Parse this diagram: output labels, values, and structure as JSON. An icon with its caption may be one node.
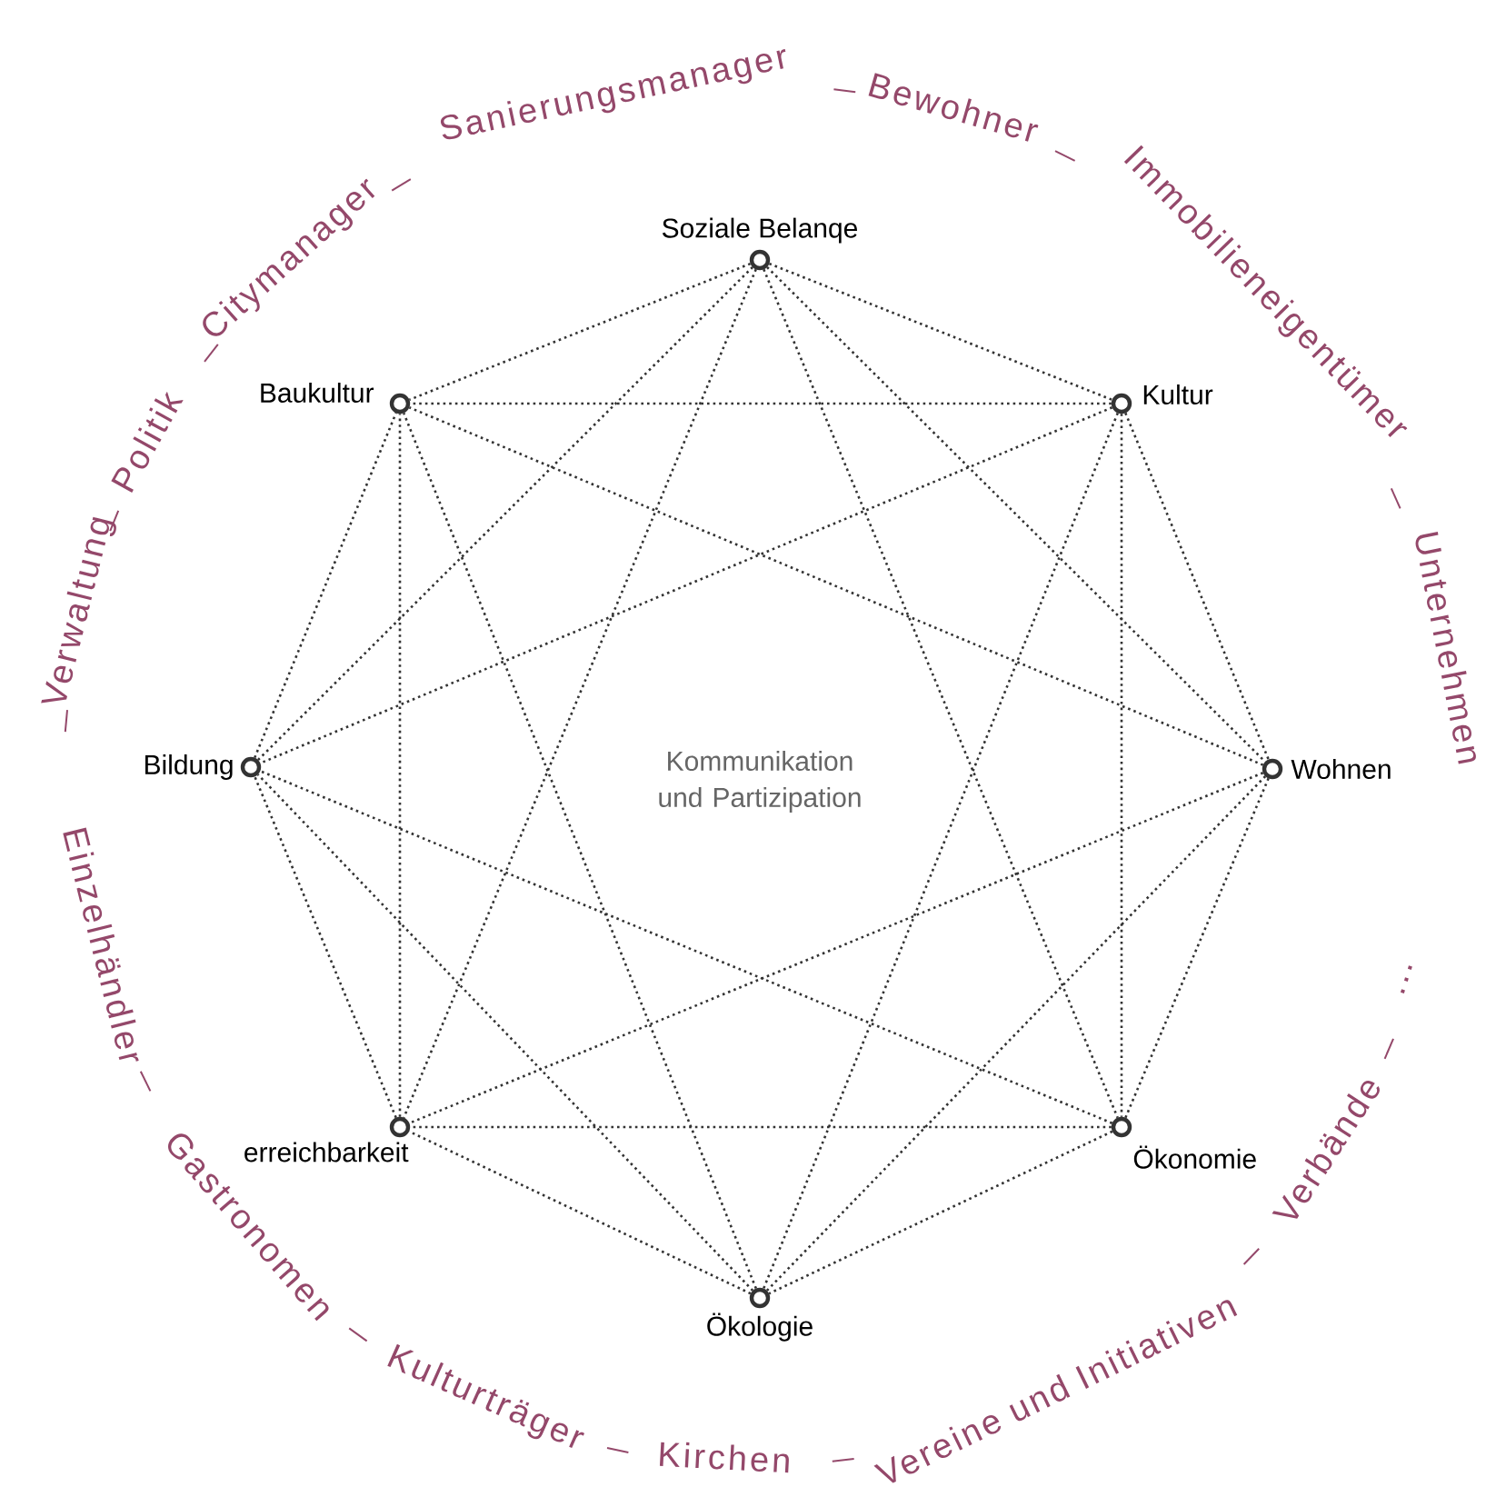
{
  "diagram": {
    "nodes": [
      {
        "text": [
          "Soziale Belanqe"
        ]
      },
      {
        "text": [
          "Kultur"
        ]
      },
      {
        "text": [
          "Wohnen"
        ]
      },
      {
        "text": [
          "Ökonomie"
        ]
      },
      {
        "text": [
          "Ökologie"
        ]
      },
      {
        "text": [
          "erreichbarkeit"
        ]
      },
      {
        "text": [
          "Bildung"
        ]
      },
      {
        "text": [
          "Baukultur"
        ]
      }
    ],
    "edges": [
      {
        "from": 0,
        "to": 1,
        "arrow": "none"
      },
      {
        "from": 0,
        "to": 2,
        "arrow": "none"
      },
      {
        "from": 0,
        "to": 3,
        "arrow": "none"
      },
      {
        "from": 0,
        "to": 5,
        "arrow": "none"
      },
      {
        "from": 0,
        "to": 6,
        "arrow": "none"
      },
      {
        "from": 0,
        "to": 7,
        "arrow": "none"
      },
      {
        "from": 1,
        "to": 2,
        "arrow": "none"
      },
      {
        "from": 1,
        "to": 3,
        "arrow": "none"
      },
      {
        "from": 1,
        "to": 4,
        "arrow": "none"
      },
      {
        "from": 1,
        "to": 6,
        "arrow": "none"
      },
      {
        "from": 1,
        "to": 7,
        "arrow": "none"
      },
      {
        "from": 2,
        "to": 3,
        "arrow": "none"
      },
      {
        "from": 2,
        "to": 4,
        "arrow": "none"
      },
      {
        "from": 2,
        "to": 5,
        "arrow": "none"
      },
      {
        "from": 2,
        "to": 7,
        "arrow": "none"
      },
      {
        "from": 3,
        "to": 4,
        "arrow": "none"
      },
      {
        "from": 3,
        "to": 5,
        "arrow": "none"
      },
      {
        "from": 3,
        "to": 6,
        "arrow": "none"
      },
      {
        "from": 4,
        "to": 5,
        "arrow": "none"
      },
      {
        "from": 4,
        "to": 6,
        "arrow": "none"
      },
      {
        "from": 4,
        "to": 7,
        "arrow": "none"
      },
      {
        "from": 5,
        "to": 6,
        "arrow": "none"
      },
      {
        "from": 5,
        "to": 7,
        "arrow": "none"
      },
      {
        "from": 6,
        "to": 7,
        "arrow": "none"
      }
    ],
    "labels": [
      "Verwaltung",
      "Politik",
      "Citymanager",
      "Sanierungsmanager",
      "Bewohner",
      "Immobilieneigentümer",
      "Unternehmen",
      "Kommunikation und Partizipation",
      "Einzelhändler",
      "Gastronomen",
      "Kulturträger",
      "Kirchen",
      "Vereine und Initiativen",
      "Verbände",
      "..."
    ]
  }
}
